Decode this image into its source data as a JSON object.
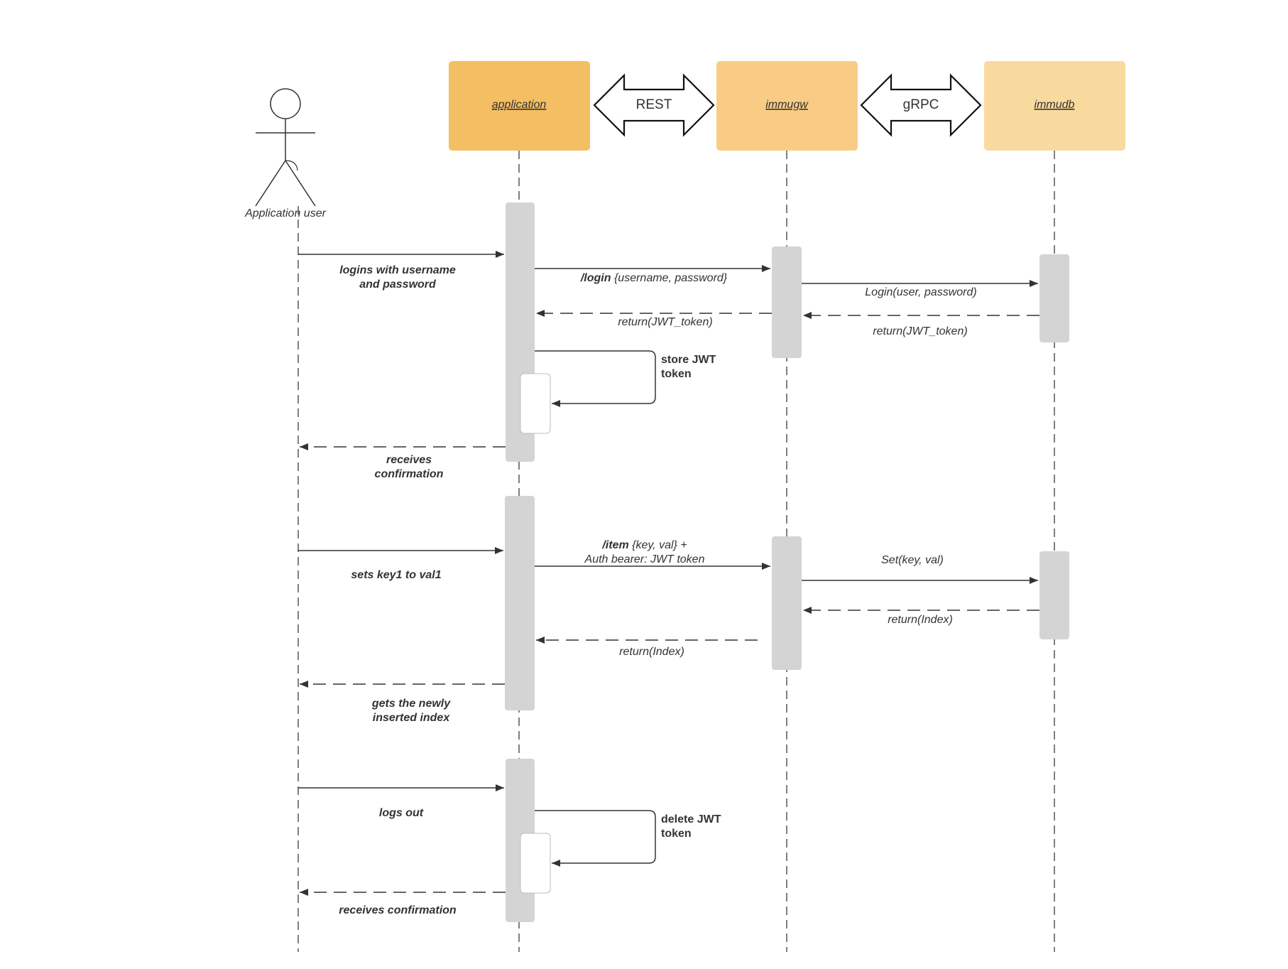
{
  "actor": {
    "label": "Application user"
  },
  "participants": [
    {
      "id": "application",
      "label": "application",
      "color": "#F4BE63"
    },
    {
      "id": "immugw",
      "label": "immugw",
      "color": "#F9CC85"
    },
    {
      "id": "immudb",
      "label": "immudb",
      "color": "#F8DA9F"
    }
  ],
  "protocols": {
    "rest": "REST",
    "grpc": "gRPC"
  },
  "messages": {
    "m1": {
      "line1": "logins with username",
      "line2": "and password"
    },
    "m2": {
      "path": "/login",
      "args": " {username, password}"
    },
    "m3": "Login(user, password)",
    "m4": "return(JWT_token)",
    "m5": "return(JWT_token)",
    "m6": {
      "line1": "store JWT",
      "line2": "token"
    },
    "m7": {
      "line1": "receives",
      "line2": "confirmation"
    },
    "m8": "sets key1 to val1",
    "m9": {
      "path": "/item",
      "args": " {key, val} +",
      "line2": "Auth bearer: JWT token"
    },
    "m10": "Set(key, val)",
    "m11": "return(Index)",
    "m12": "return(Index)",
    "m13": {
      "line1": "gets the newly",
      "line2": "inserted index"
    },
    "m14": "logs out",
    "m15": {
      "line1": "delete JWT",
      "line2": "token"
    },
    "m16": "receives confirmation"
  },
  "colors": {
    "line": "#333333",
    "activation": "#D4D4D4",
    "lifeline": "#555555"
  }
}
